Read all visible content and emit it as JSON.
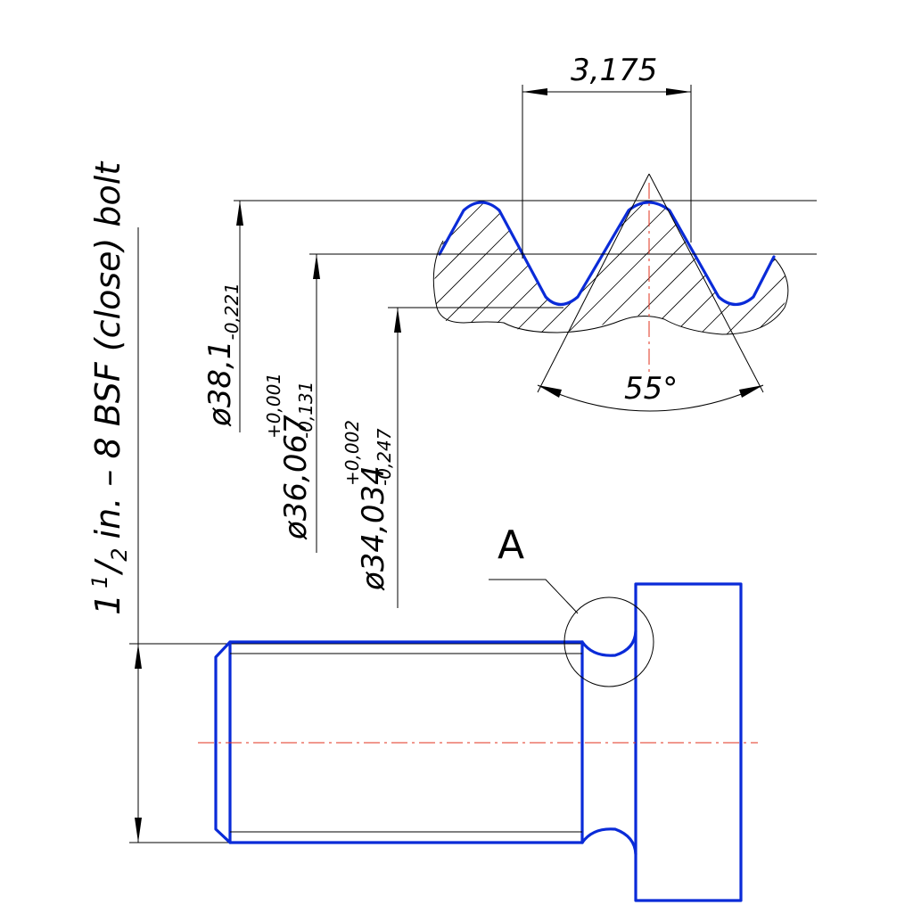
{
  "title": {
    "prefix": "1",
    "fraction_num": "1",
    "fraction_den": "2",
    "suffix": "in. – 8 BSF (close) bolt"
  },
  "detail_label": "A",
  "dimensions": {
    "pitch": "3,175",
    "angle": "55°",
    "major": {
      "prefix": "ø38,1",
      "lower": "-0,221"
    },
    "pitch_diameter": {
      "prefix": "ø36,067",
      "upper": "+0,001",
      "lower": "-0,131"
    },
    "minor": {
      "prefix": "ø34,034",
      "upper": "+0,002",
      "lower": "-0,247"
    }
  },
  "colors": {
    "outline": "#0a2bd8",
    "centerline": "#e0301e",
    "annotation": "#000000"
  }
}
